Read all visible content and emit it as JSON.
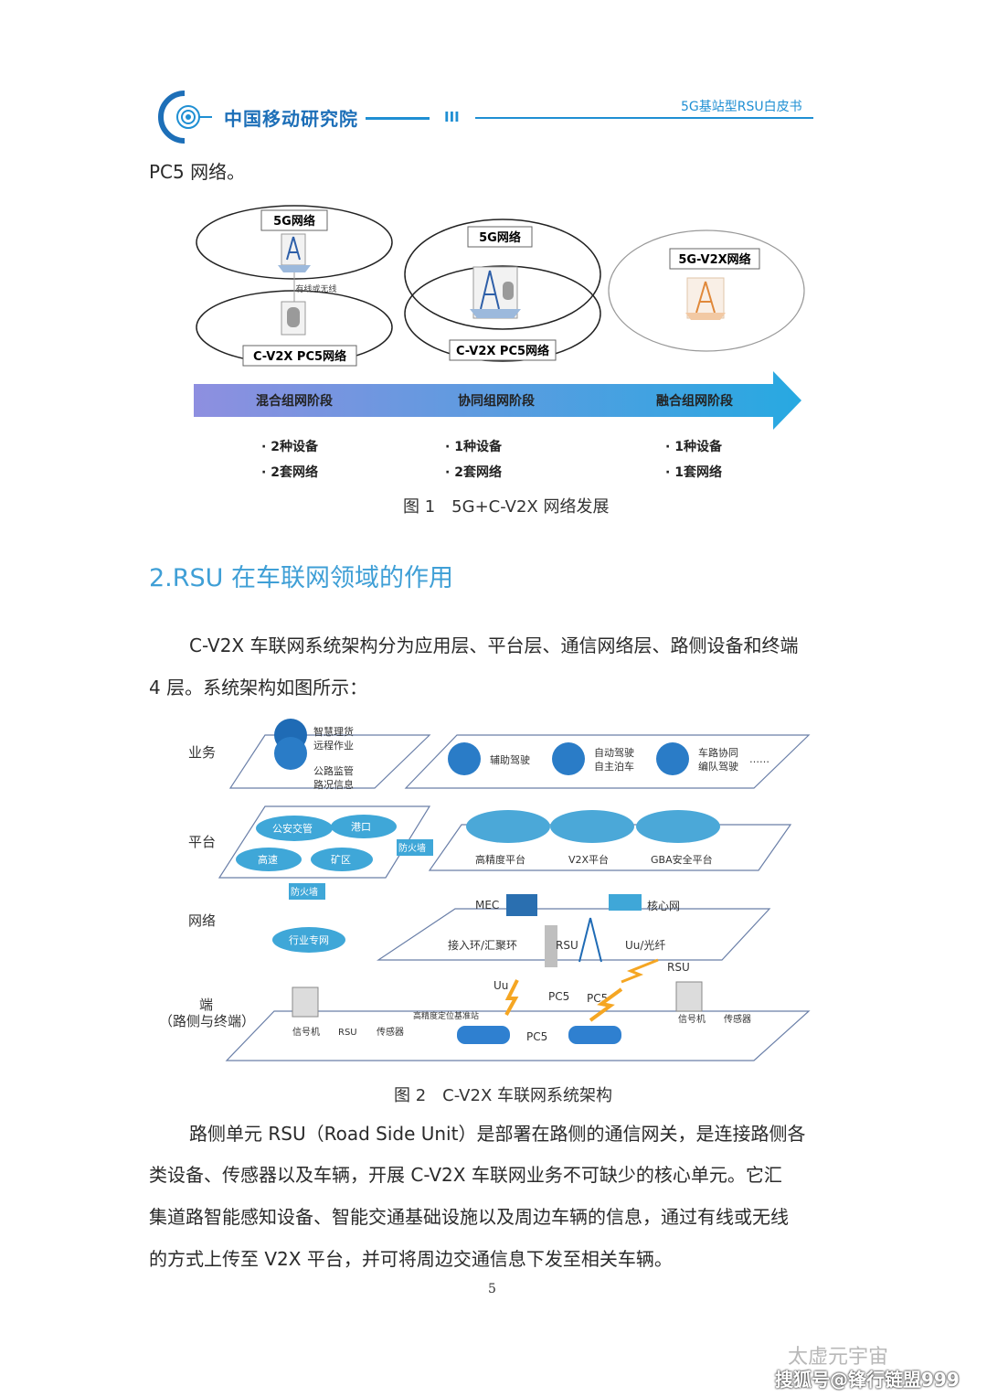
{
  "header": {
    "org_name": "中国移动研究院",
    "divider_mark": "III",
    "doc_title": "5G基站型RSU白皮书"
  },
  "intro_text": "PC5 网络。",
  "figure1": {
    "stage1": {
      "top_label": "5G网络",
      "link_label": "有线或无线",
      "bottom_label": "C-V2X PC5网络"
    },
    "stage2": {
      "top_label": "5G网络",
      "bottom_label": "C-V2X PC5网络"
    },
    "stage3": {
      "label": "5G-V2X网络"
    },
    "arrow_stages": [
      "混合组网阶段",
      "协同组网阶段",
      "融合组网阶段"
    ],
    "bullets": [
      [
        "2种设备",
        "2套网络"
      ],
      [
        "1种设备",
        "2套网络"
      ],
      [
        "1种设备",
        "1套网络"
      ]
    ],
    "caption": "图 1　5G+C-V2X 网络发展"
  },
  "section": {
    "title": "2.RSU 在车联网领域的作用"
  },
  "paragraph1": {
    "line1": "C-V2X 车联网系统架构分为应用层、平台层、通信网络层、路侧设备和终端",
    "line2": "4 层。系统架构如图所示："
  },
  "figure2": {
    "layers": {
      "business": "业务",
      "platform": "平台",
      "network": "网络",
      "terminal_line1": "端",
      "terminal_line2": "（路侧与终端）"
    },
    "business_left": [
      "智慧理货",
      "远程作业",
      "公路监管",
      "路况信息"
    ],
    "business_right": [
      "辅助驾驶",
      "自动驾驶",
      "自主泊车",
      "车路协同",
      "编队驾驶",
      "……"
    ],
    "platform_clouds": [
      "公安交管",
      "港口",
      "高速",
      "矿区"
    ],
    "firewall": "防火墙",
    "platform_right": [
      "高精度平台",
      "V2X平台",
      "GBA安全平台"
    ],
    "network_items": {
      "mec": "MEC",
      "core": "核心网",
      "access": "接入环/汇聚环",
      "rsu": "RSU",
      "uu_fiber": "Uu/光纤",
      "industry": "行业专网"
    },
    "terminal_items": {
      "signal": "信号机",
      "rsu": "RSU",
      "sensor": "传感器",
      "base": "高精度定位基准站",
      "uu": "Uu",
      "pc5": "PC5"
    },
    "caption": "图 2　C-V2X 车联网系统架构"
  },
  "paragraph2": {
    "line1": "路侧单元 RSU（Road Side Unit）是部署在路侧的通信网关，是连接路侧各",
    "line2": "类设备、传感器以及车辆，开展 C-V2X 车联网业务不可缺少的核心单元。它汇",
    "line3": "集道路智能感知设备、智能交通基础设施以及周边车辆的信息，通过有线或无线",
    "line4": "的方式上传至 V2X 平台，并可将周边交通信息下发至相关车辆。"
  },
  "page_number": "5",
  "watermark": {
    "line1": "太虚元宇宙",
    "line2": "搜狐号@锋行链盟999"
  },
  "colors": {
    "accent": "#1f8fd3",
    "section_title": "#3f9fd6",
    "arrow_start": "#8e8fe0",
    "arrow_end": "#27a9e1",
    "lightning": "#f5a623"
  }
}
